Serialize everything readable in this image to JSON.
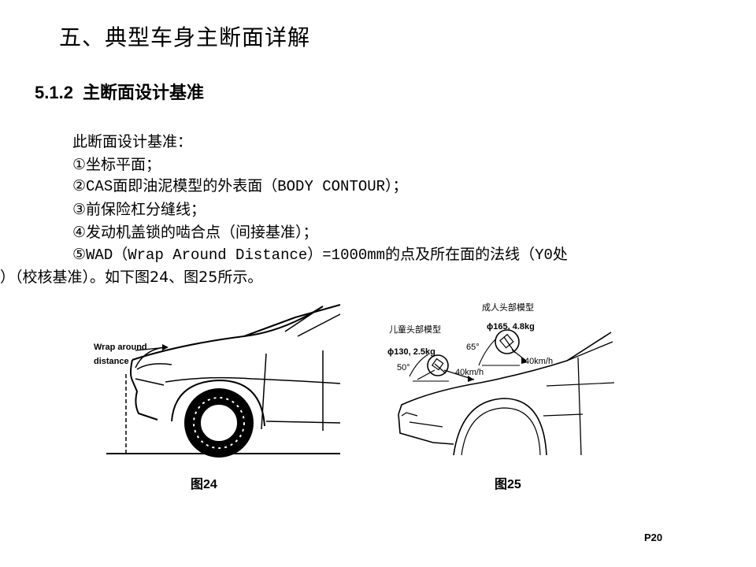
{
  "page": {
    "title": "五、典型车身主断面详解",
    "section_number": "5.1.2",
    "section_title": "主断面设计基准",
    "page_number": "P20"
  },
  "body": {
    "intro": "此断面设计基准：",
    "items": [
      "①坐标平面；",
      "②CAS面即油泥模型的外表面（BODY  CONTOUR）；",
      "③前保险杠分缝线；",
      "④发动机盖锁的啮合点（间接基准）；",
      "⑤WAD（Wrap Around  Distance）=1000mm的点及所在面的法线（Y0处"
    ],
    "continuation": "）（校核基准）。如下图24、图25所示。"
  },
  "figure24": {
    "caption": "图24",
    "label_line1": "Wrap around",
    "label_line2": "distance"
  },
  "figure25": {
    "caption": "图25",
    "adult_model": "成人头部模型",
    "adult_spec": "ϕ165, 4.8kg",
    "adult_angle": "65°",
    "adult_speed": "40km/h",
    "child_model": "儿童头部模型",
    "child_spec": "ϕ130, 2.5kg",
    "child_angle": "50°",
    "child_speed": "40km/h"
  }
}
